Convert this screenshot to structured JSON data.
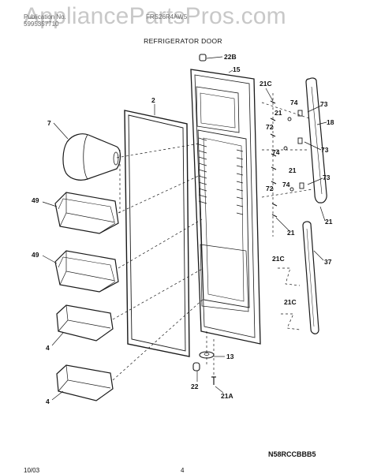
{
  "watermark": "AppliancePartsPros.com",
  "header": {
    "left_line1": "Publication No.",
    "left_line2": "5995357710",
    "right_line1": "FRS26R4AW5"
  },
  "title": "REFRIGERATOR DOOR",
  "footer": {
    "date": "10/03",
    "page": "4",
    "model_code": "N58RCCBBB5"
  },
  "callouts": {
    "c7": "7",
    "c49a": "49",
    "c49b": "49",
    "c4a": "4",
    "c4b": "4",
    "c2": "2",
    "c22b": "22B",
    "c15": "15",
    "c21c_top": "21C",
    "c21_a": "21",
    "c74_a": "74",
    "c73_a": "73",
    "c18": "18",
    "c72_a": "72",
    "c74_b": "74",
    "c73_b": "73",
    "c21_b": "21",
    "c72_b": "72",
    "c73_c": "73",
    "c74_c": "74",
    "c21_c": "21",
    "c21_d": "21",
    "c37": "37",
    "c21c_mid": "21C",
    "c21c_low": "21C",
    "c13": "13",
    "c22": "22",
    "c21a": "21A"
  },
  "colors": {
    "line": "#1a1a1a",
    "watermark": "#c8c8c8"
  }
}
